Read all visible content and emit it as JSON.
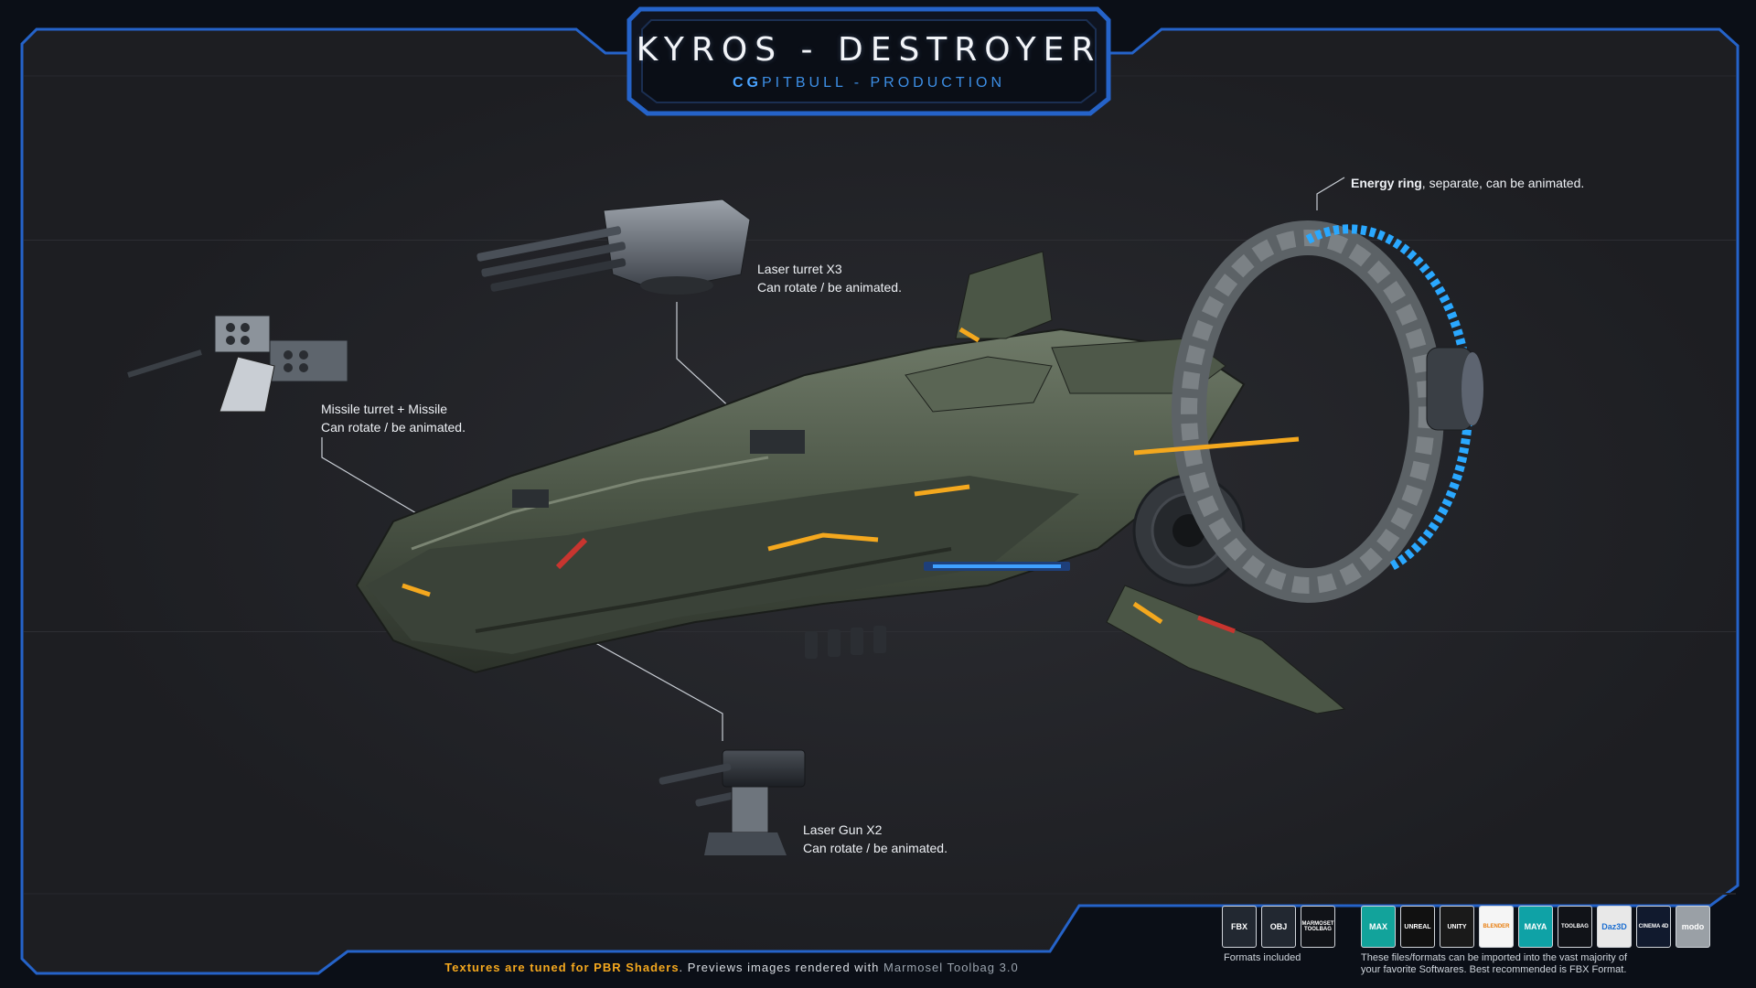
{
  "header": {
    "title": "KYROS - DESTROYER",
    "brand": "CG",
    "subtitle_rest": "PITBULL - PRODUCTION"
  },
  "callouts": {
    "energy_ring": {
      "bold": "Energy ring",
      "rest": ", separate, can be animated."
    },
    "laser_turret": {
      "line1": "Laser turret X3",
      "line2": "Can rotate / be animated."
    },
    "missile_turret": {
      "line1": "Missile turret + Missile",
      "line2": "Can rotate / be animated."
    },
    "laser_gun": {
      "line1": "Laser Gun X2",
      "line2": "Can rotate / be animated."
    }
  },
  "footer": {
    "note_hl": "Textures are tuned for PBR Shaders",
    "note_mid": ". Previews images rendered with ",
    "note_gr": "Marmosel Toolbag 3.0",
    "formats_caption": "Formats included",
    "software_caption_1": "These files/formats can be imported into the vast majority of",
    "software_caption_2": "your favorite Softwares. Best recommended is FBX Format.",
    "formats": [
      {
        "label": "FBX",
        "icon": "fbx-icon",
        "bg": "#222831"
      },
      {
        "label": "OBJ",
        "icon": "obj-icon",
        "bg": "#222831"
      },
      {
        "label": "MARMOSET TOOLBAG",
        "icon": "marmoset-icon",
        "bg": "#111318"
      }
    ],
    "software": [
      {
        "label": "MAX",
        "icon": "3dsmax-icon",
        "bg": "#12a39b"
      },
      {
        "label": "UNREAL",
        "icon": "unreal-icon",
        "bg": "#111111"
      },
      {
        "label": "UNITY",
        "icon": "unity-icon",
        "bg": "#1a1a1a"
      },
      {
        "label": "BLENDER",
        "icon": "blender-icon",
        "bg": "#f5f5f5"
      },
      {
        "label": "MAYA",
        "icon": "maya-icon",
        "bg": "#0fa2a6"
      },
      {
        "label": "TOOLBAG",
        "icon": "marmoset-icon",
        "bg": "#111318"
      },
      {
        "label": "Daz3D",
        "icon": "daz3d-icon",
        "bg": "#e8e8e8"
      },
      {
        "label": "CINEMA 4D",
        "icon": "cinema4d-icon",
        "bg": "#111a2e"
      },
      {
        "label": "modo",
        "icon": "modo-icon",
        "bg": "#9aa0a6"
      }
    ]
  },
  "colors": {
    "accent": "#2f7be0",
    "orange": "#f4a81e",
    "hull": "#4d5a48",
    "ring_glow": "#2aa8ff",
    "panel": "#1e1f24"
  }
}
